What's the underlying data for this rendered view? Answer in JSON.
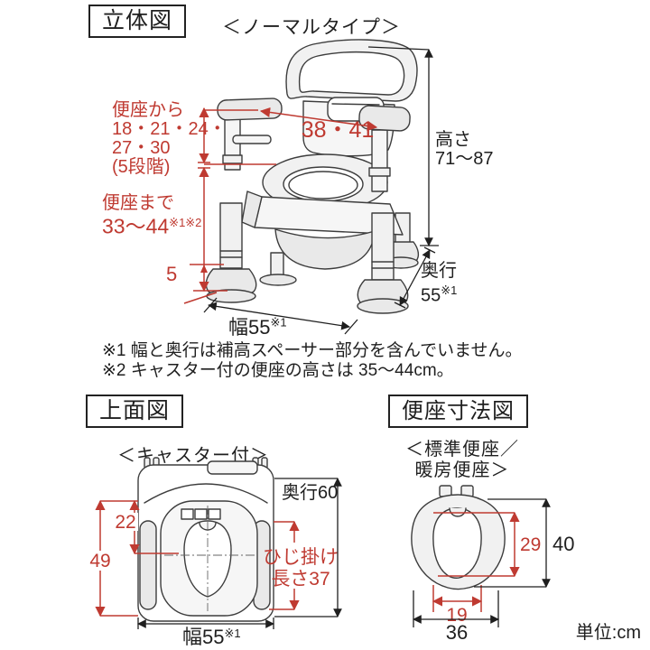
{
  "colors": {
    "red": "#bf3a31",
    "ink": "#1f1f1f"
  },
  "perspective": {
    "title": "立体図",
    "subtitle": "＜ノーマルタイプ＞",
    "seat_from": {
      "line1": "便座から",
      "line2": "18・21・24・",
      "line3": "27・30",
      "line4": "(5段階)"
    },
    "seat_to": {
      "line1": "便座まで",
      "value": "33〜44",
      "sup": "※1※2"
    },
    "between_armrests": "38・41",
    "height": {
      "label": "高さ",
      "value": "71〜87"
    },
    "spacer": "5",
    "width": {
      "value": "幅55",
      "sup": "※1"
    },
    "depth": {
      "label": "奥行",
      "value": "55",
      "sup": "※1"
    }
  },
  "notes": {
    "note1": "※1 幅と奥行は補高スペーサー部分を含んでいません。",
    "note2": "※2 キャスター付の便座の高さは 35〜44cm。"
  },
  "top_view": {
    "title": "上面図",
    "subtitle": "＜キャスター付＞",
    "depth": "奥行60",
    "rear_to_hinge": "22",
    "rear_to_front": "49",
    "armrest": {
      "line1": "ひじ掛け",
      "line2": "長さ37"
    },
    "width": {
      "value": "幅55",
      "sup": "※1"
    }
  },
  "seat_view": {
    "title": "便座寸法図",
    "subtitle_line1": "＜標準便座／",
    "subtitle_line2": "暖房便座＞",
    "opening_height": "29",
    "seat_height": "40",
    "opening_width": "19",
    "seat_width": "36"
  },
  "unit_note": "単位:cm"
}
